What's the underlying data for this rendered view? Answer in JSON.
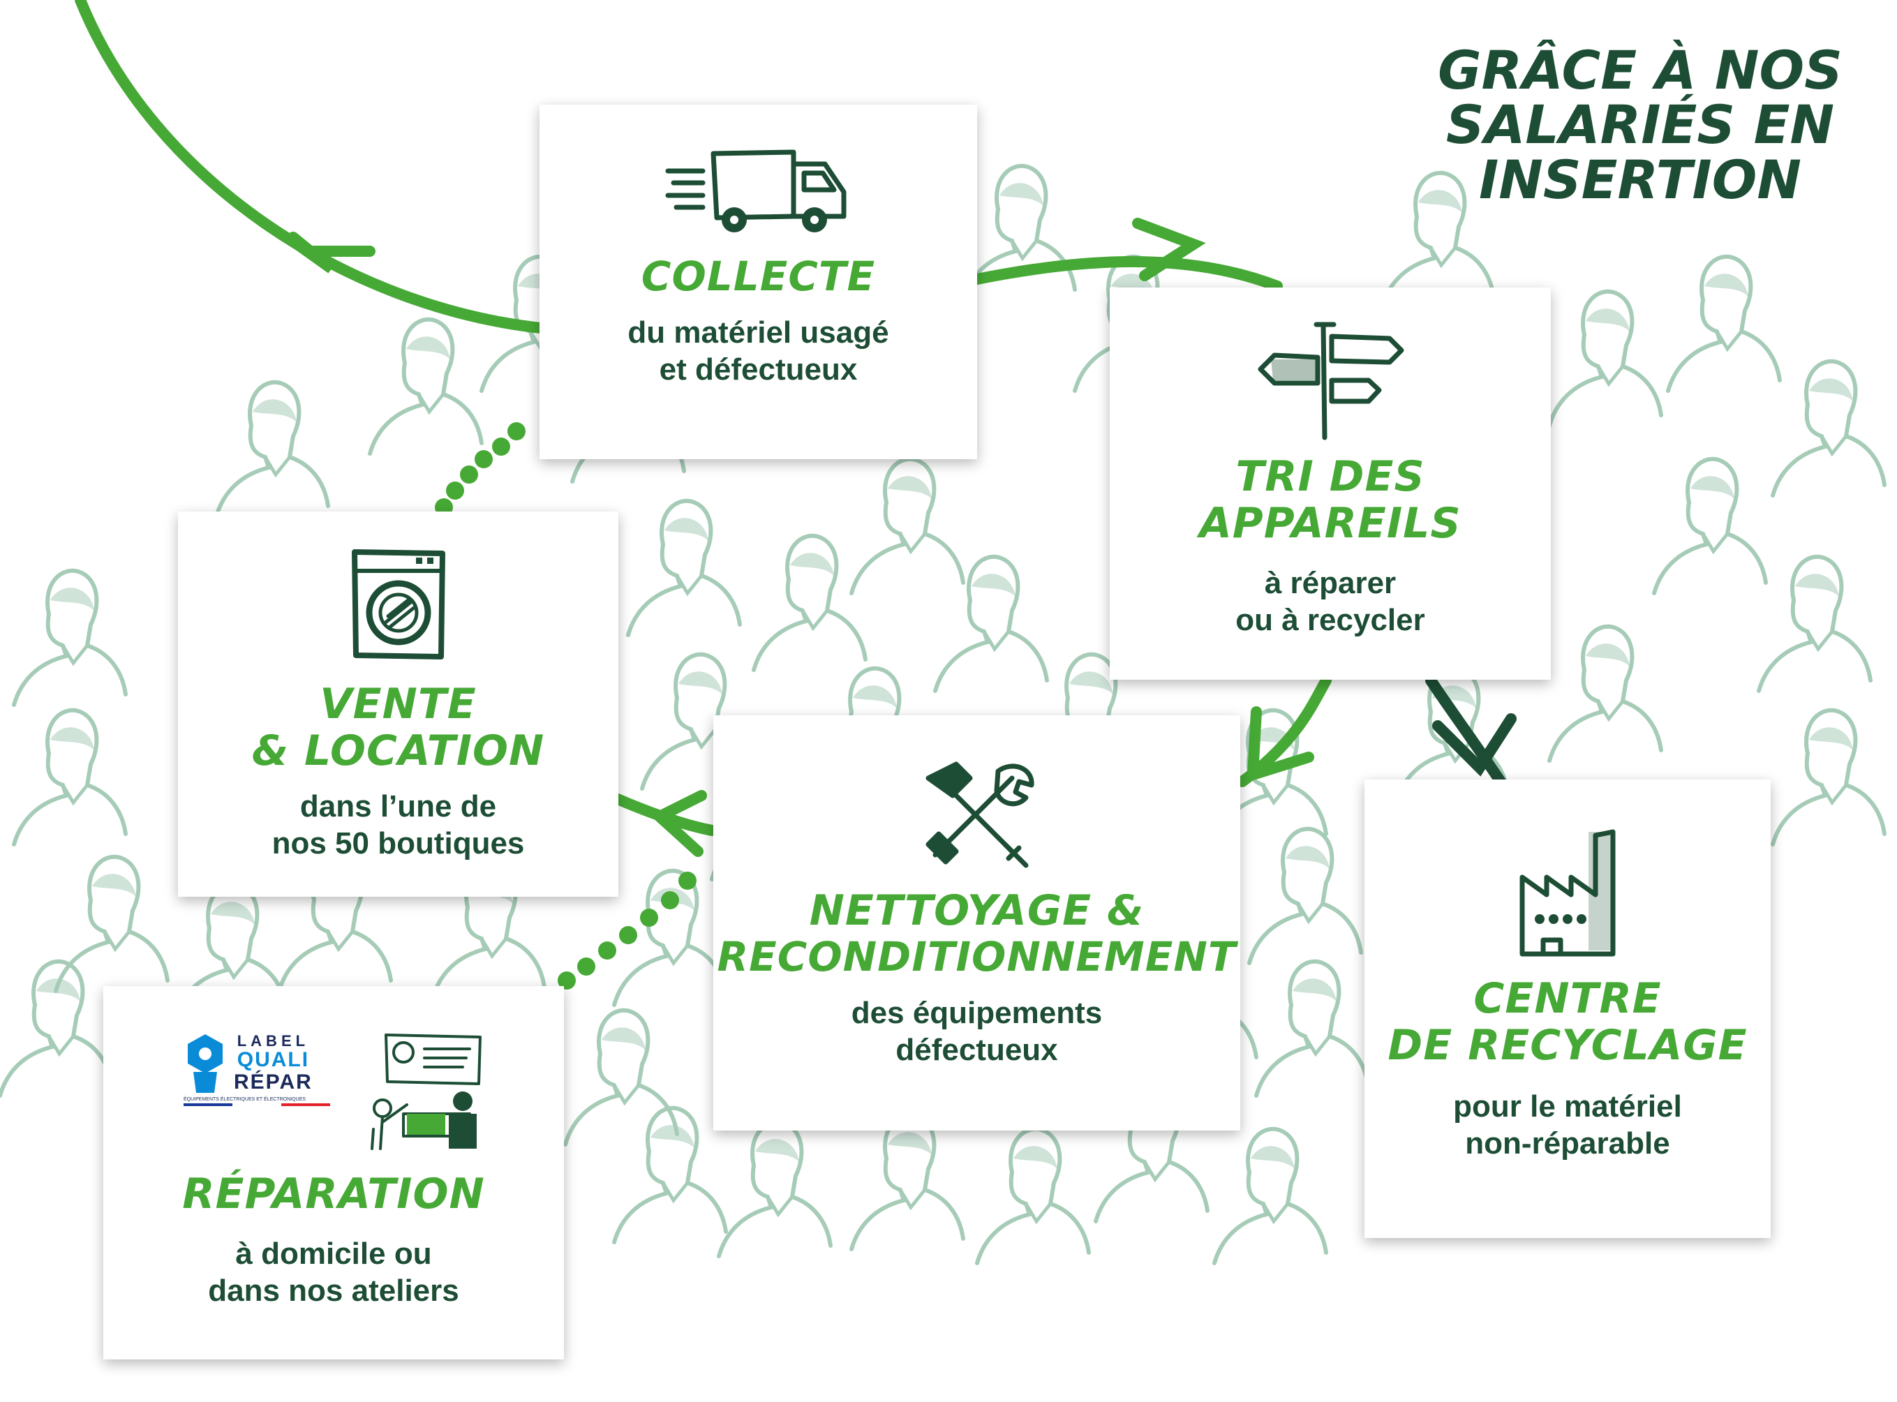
{
  "headline": "GRÂCE À NOS SALARIÉS EN INSERTION",
  "colors": {
    "green": "#46a935",
    "dark_green": "#1d4d35",
    "people": "#9cc7b0"
  },
  "cards": {
    "collecte": {
      "title": "COLLECTE",
      "line1": "du matériel usagé",
      "line2": "et défectueux",
      "icon": "truck-icon"
    },
    "tri": {
      "title1": "TRI DES",
      "title2": "APPAREILS",
      "line1": "à réparer",
      "line2": "ou à recycler",
      "icon": "signpost-icon"
    },
    "vente": {
      "title1": "VENTE",
      "title2": "& LOCATION",
      "line1": "dans l’une de",
      "line2": "nos 50 boutiques",
      "icon": "washing-machine-icon"
    },
    "nettoyage": {
      "title1": "NETTOYAGE &",
      "title2": "RECONDITIONNEMENT",
      "line1": "des équipements",
      "line2": "défectueux",
      "icon": "tools-icon"
    },
    "reparation": {
      "title": "RÉPARATION",
      "line1": "à domicile ou",
      "line2": "dans nos ateliers",
      "icon": "workshop-icon",
      "label": {
        "line1": "LABEL",
        "line2": "QUALI",
        "line3": "RÉPAR",
        "sub": "ÉQUIPEMENTS ÉLECTRIQUES ET ÉLECTRONIQUES"
      }
    },
    "recyclage": {
      "title1": "CENTRE",
      "title2": "DE RECYCLAGE",
      "line1": "pour le matériel",
      "line2": "non-réparable",
      "icon": "factory-icon"
    }
  }
}
